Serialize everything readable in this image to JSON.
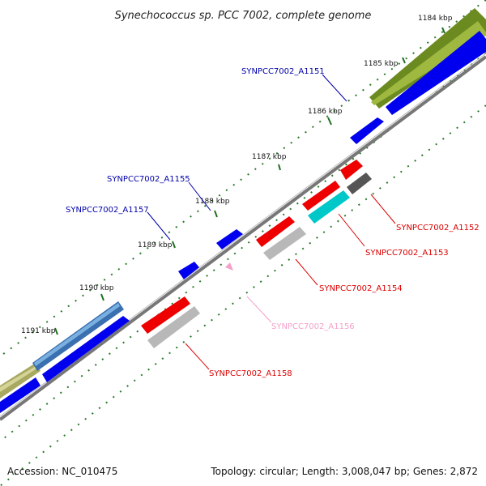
{
  "title": "Synechococcus sp. PCC 7002, complete genome",
  "footer": {
    "accession": "Accession: NC_010475",
    "summary": "Topology: circular; Length: 3,008,047 bp; Genes: 2,872"
  },
  "colors": {
    "backbone": "#8a8a8a",
    "tick": "#2a7a2a",
    "forward_cds": "#0000ee",
    "label_forward": "#0000aa",
    "label_reverse": "#dd0000",
    "label_light": "#f5a0c8"
  },
  "kbp_labels": [
    "1184 kbp",
    "1185 kbp",
    "1186 kbp",
    "1187 kbp",
    "1188 kbp",
    "1189 kbp",
    "1190 kbp",
    "1191 kbp"
  ],
  "gene_labels": [
    "SYNPCC7002_A1151",
    "SYNPCC7002_A1155",
    "SYNPCC7002_A1157",
    "SYNPCC7002_A1152",
    "SYNPCC7002_A1153",
    "SYNPCC7002_A1154",
    "SYNPCC7002_A1156",
    "SYNPCC7002_A1158"
  ]
}
